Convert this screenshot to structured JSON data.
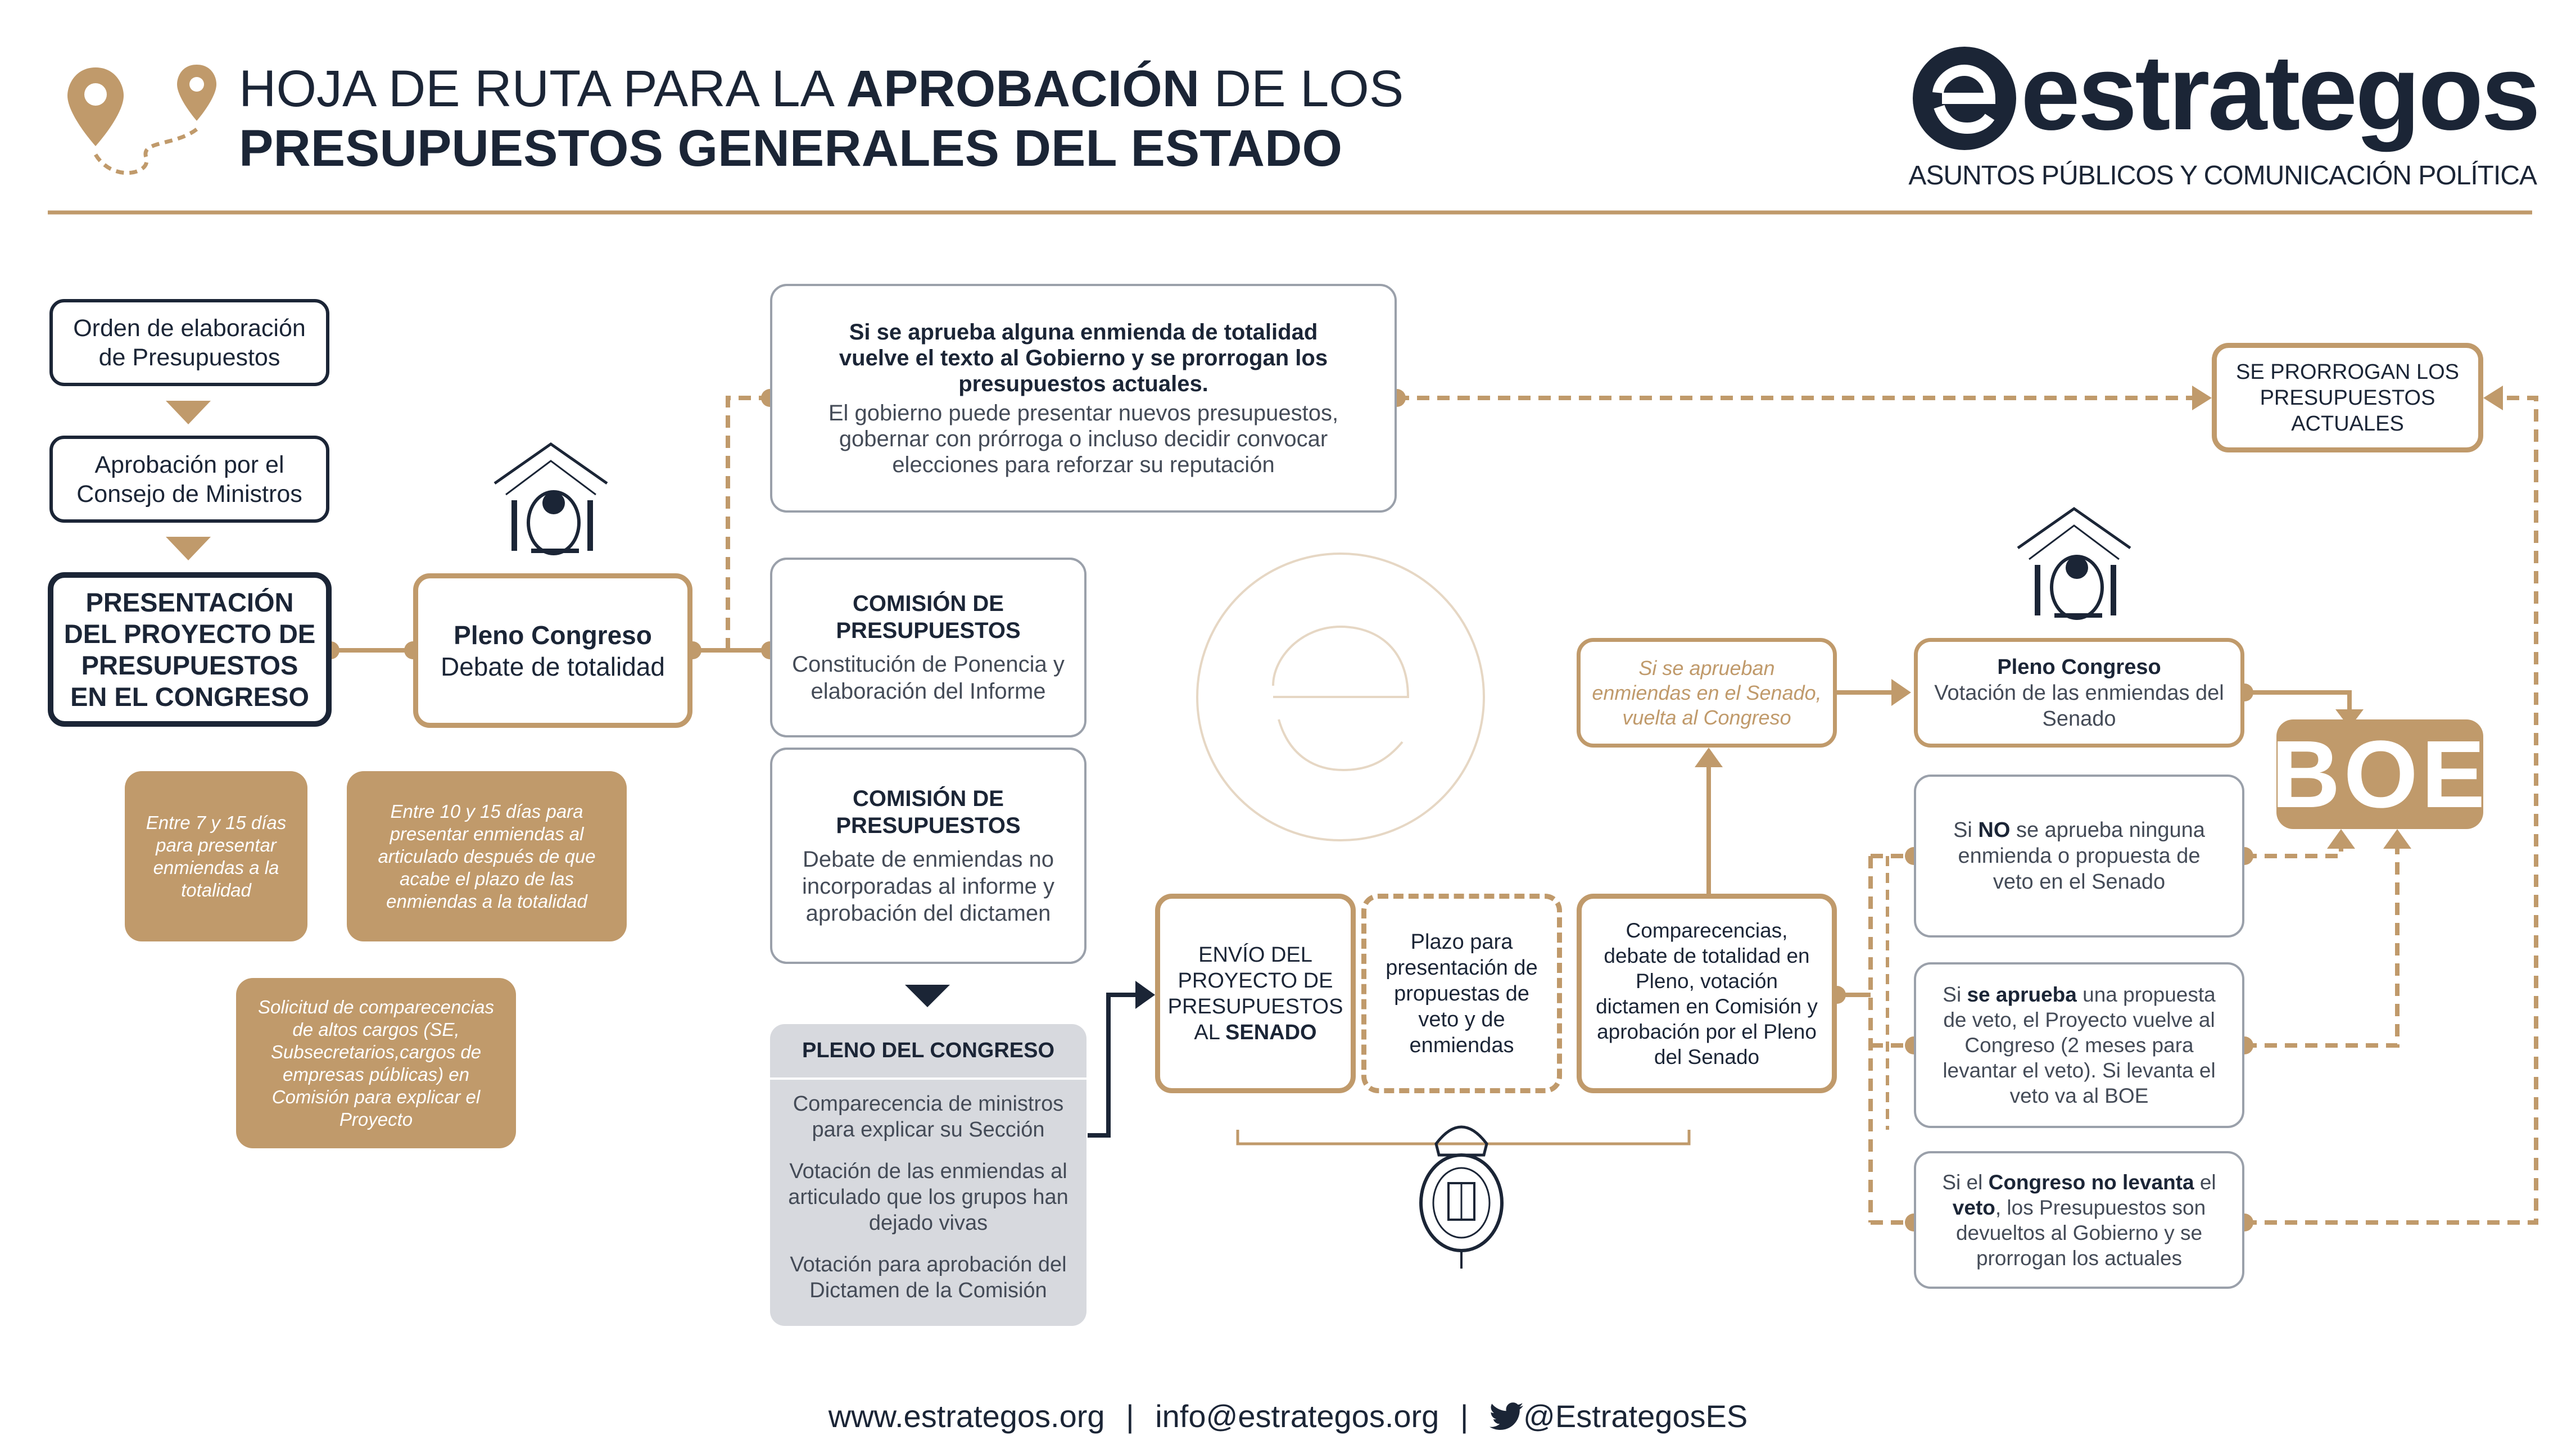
{
  "header": {
    "title_line1_normal_a": "HOJA DE RUTA PARA LA ",
    "title_line1_bold": "APROBACIÓN",
    "title_line1_normal_b": " DE LOS",
    "title_line2": "PRESUPUESTOS GENERALES DEL ESTADO",
    "brand": "estrategos",
    "brand_tagline": "ASUNTOS PÚBLICOS Y COMUNICACIÓN POLÍTICA"
  },
  "left_column": {
    "step1": "Orden de elaboración de Presupuestos",
    "step2": "Aprobación por el Consejo de Ministros",
    "step3": "PRESENTACIÓN DEL PROYECTO DE PRESUPUESTOS EN EL CONGRESO",
    "note1": "Entre 7 y 15 días para presentar enmiendas a la totalidad",
    "note2": "Entre 10  y 15 días para presentar enmiendas al articulado después de que acabe el plazo de las enmiendas a la totalidad",
    "note3": "Solicitud de comparecencias de altos cargos (SE, Subsecretarios,cargos de empresas públicas) en Comisión para explicar el Proyecto"
  },
  "pleno1": {
    "title": "Pleno Congreso",
    "subtitle": "Debate de totalidad"
  },
  "enmienda_totalidad": {
    "bold": "Si se aprueba alguna enmienda de totalidad vuelve el texto al Gobierno y se prorrogan los presupuestos actuales.",
    "normal": "El gobierno puede presentar nuevos presupuestos, gobernar con prórroga o incluso decidir convocar elecciones para reforzar su reputación"
  },
  "comision1": {
    "title": "COMISIÓN DE PRESUPUESTOS",
    "body": "Constitución de Ponencia y elaboración del Informe"
  },
  "comision2": {
    "title": "COMISIÓN DE PRESUPUESTOS",
    "body": "Debate de enmiendas no incorporadas al informe y aprobación del dictamen"
  },
  "pleno_congreso": {
    "title": "PLENO DEL CONGRESO",
    "item1": "Comparecencia de ministros para explicar su Sección",
    "item2": "Votación de las enmiendas al articulado que los grupos han dejado vivas",
    "item3": "Votación para aprobación del Dictamen de la Comisión"
  },
  "senado": {
    "envio_a": "ENVÍO DEL PROYECTO DE PRESUPUESTOS AL ",
    "envio_b": "SENADO",
    "plazo": "Plazo para presentación de propuestas de veto y de enmiendas",
    "comparecencias": "Comparecencias, debate de totalidad en Pleno, votación dictamen en Comisión y aprobación por el Pleno del Senado",
    "vuelta": "Si se aprueban enmiendas en el Senado, vuelta al Congreso"
  },
  "pleno2": {
    "title": "Pleno Congreso",
    "subtitle": "Votación de las enmiendas del Senado"
  },
  "prorroga": "SE PRORROGAN LOS PRESUPUESTOS ACTUALES",
  "boe": "BOE",
  "case1": {
    "a": "Si ",
    "b": "NO",
    "c": " se aprueba ninguna enmienda o propuesta de veto en el Senado"
  },
  "case2": {
    "a": "Si ",
    "b": "se aprueba",
    "c": " una propuesta de veto, el Proyecto vuelve al Congreso (2 meses para levantar el veto). Si levanta el veto va al BOE"
  },
  "case3": {
    "a": "Si el ",
    "b": "Congreso no levanta",
    "c": " el ",
    "d": "veto",
    "e": ", los Presupuestos son devueltos al Gobierno y se prorrogan los actuales"
  },
  "footer": {
    "web": "www.estrategos.org",
    "sep": "|",
    "email": "info@estrategos.org",
    "twitter": "@EstrategosES"
  },
  "colors": {
    "navy": "#1b2536",
    "gold": "#c09a6b",
    "grey": "#d7d9de"
  }
}
